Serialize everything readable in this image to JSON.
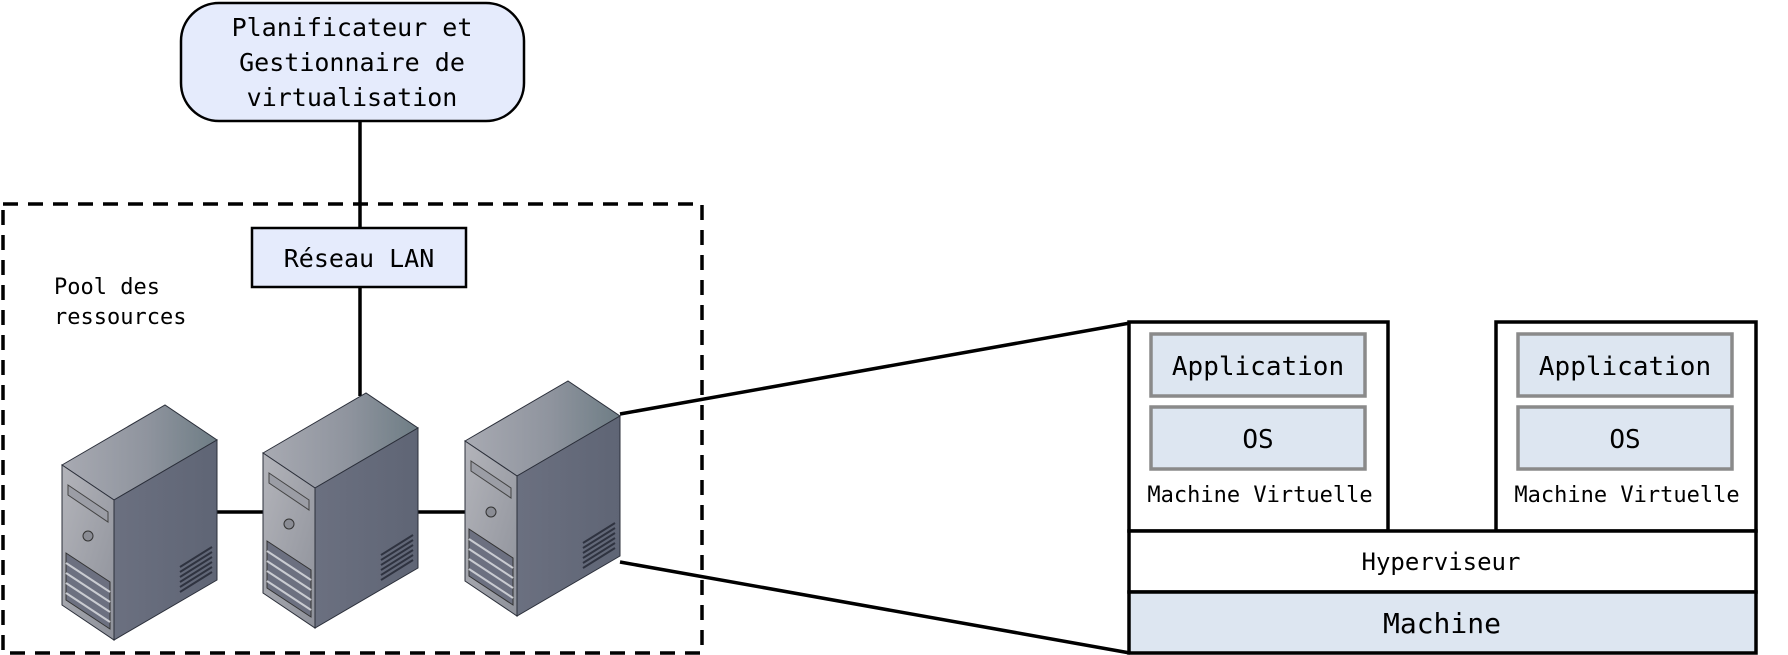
{
  "diagram": {
    "scheduler": {
      "line1": "Planificateur et",
      "line2": "Gestionnaire de",
      "line3": "virtualisation"
    },
    "lan": {
      "label": "Réseau LAN"
    },
    "pool": {
      "line1": "Pool des",
      "line2": "ressources"
    },
    "vm1": {
      "app": "Application",
      "os": "OS",
      "label": "Machine Virtuelle"
    },
    "vm2": {
      "app": "Application",
      "os": "OS",
      "label": "Machine Virtuelle"
    },
    "hypervisor": {
      "label": "Hyperviseur"
    },
    "machine": {
      "label": "Machine"
    },
    "servers": [
      {
        "icon": "server-tower-icon"
      },
      {
        "icon": "server-tower-icon"
      },
      {
        "icon": "server-tower-icon"
      }
    ],
    "colors": {
      "scheduler_fill": "#e5ebfc",
      "lan_fill": "#e5ebfc",
      "vm_inner_fill": "#dde6f1",
      "machine_fill": "#dde6f1",
      "stroke": "#000000",
      "inner_stroke": "#8a8a8a"
    }
  }
}
